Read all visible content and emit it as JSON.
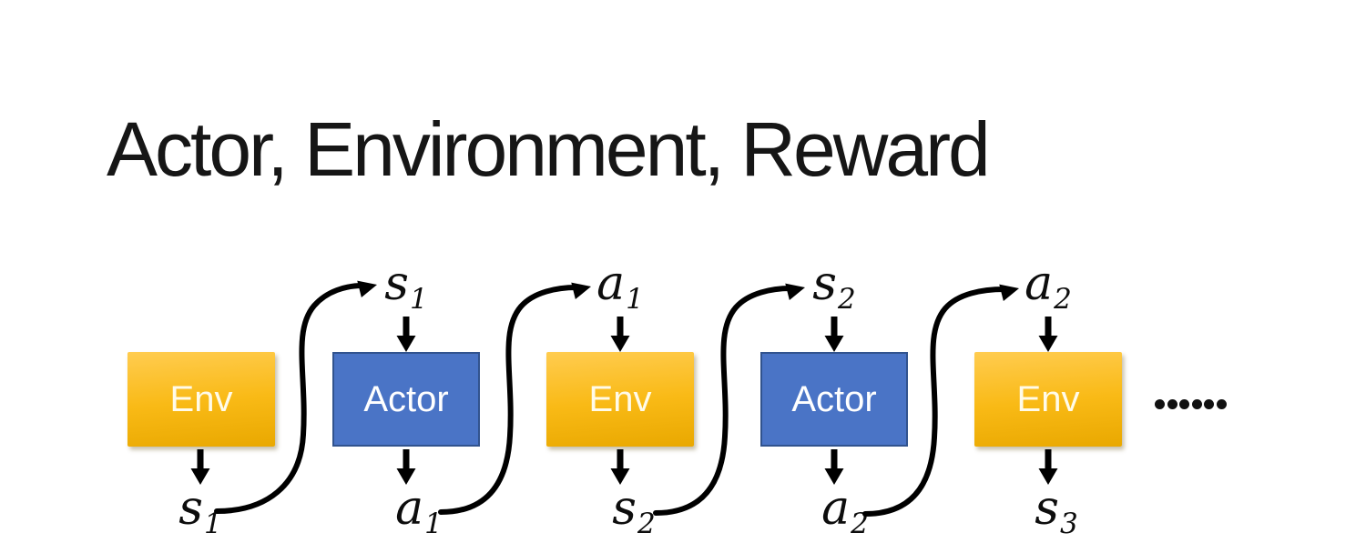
{
  "slide": {
    "title": "Actor, Environment, Reward",
    "background": "#FFFFFF"
  },
  "diagram": {
    "boxes": [
      {
        "label": "Env",
        "type": "env"
      },
      {
        "label": "Actor",
        "type": "actor"
      },
      {
        "label": "Env",
        "type": "env"
      },
      {
        "label": "Actor",
        "type": "actor"
      },
      {
        "label": "Env",
        "type": "env"
      }
    ],
    "top_labels": [
      {
        "base": "s",
        "sub": "1"
      },
      {
        "base": "a",
        "sub": "1"
      },
      {
        "base": "s",
        "sub": "2"
      },
      {
        "base": "a",
        "sub": "2"
      }
    ],
    "bottom_labels": [
      {
        "base": "s",
        "sub": "1"
      },
      {
        "base": "a",
        "sub": "1"
      },
      {
        "base": "s",
        "sub": "2"
      },
      {
        "base": "a",
        "sub": "2"
      },
      {
        "base": "s",
        "sub": "3"
      }
    ],
    "ellipsis": "……",
    "colors": {
      "env_gradient_top": "#FFCC50",
      "env_gradient_bottom": "#E9A800",
      "env_text": "#FFFBEA",
      "actor_fill": "#4A74C6",
      "actor_border": "#31538E",
      "actor_text": "#FFFFFF",
      "arrow": "#000000",
      "title_text": "#161616"
    }
  }
}
